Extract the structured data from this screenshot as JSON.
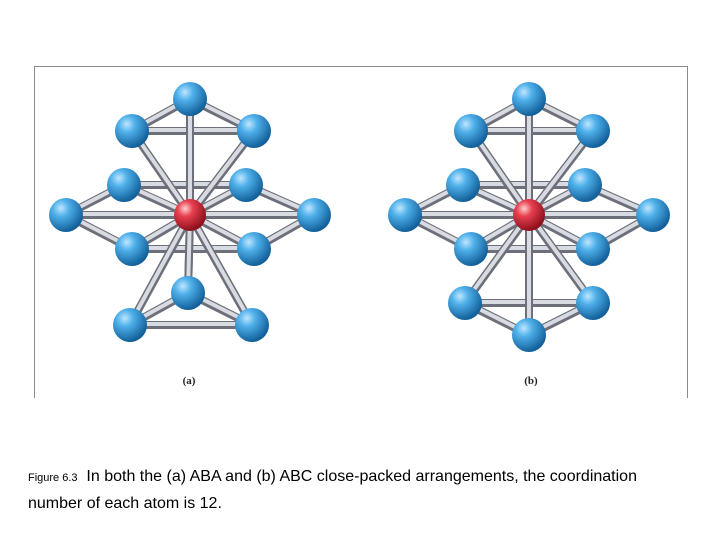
{
  "figure": {
    "panel_a_label": "(a)",
    "panel_b_label": "(b)"
  },
  "caption": {
    "prefix": "Figure 6.3",
    "text": "In both the (a) ABA and (b) ABC close-packed arrangements, the coordination number of each atom is 12."
  },
  "colors": {
    "neighbor_atom": "#2b8fd0",
    "center_atom": "#d62a3a",
    "bond": "#b9bcc6"
  }
}
